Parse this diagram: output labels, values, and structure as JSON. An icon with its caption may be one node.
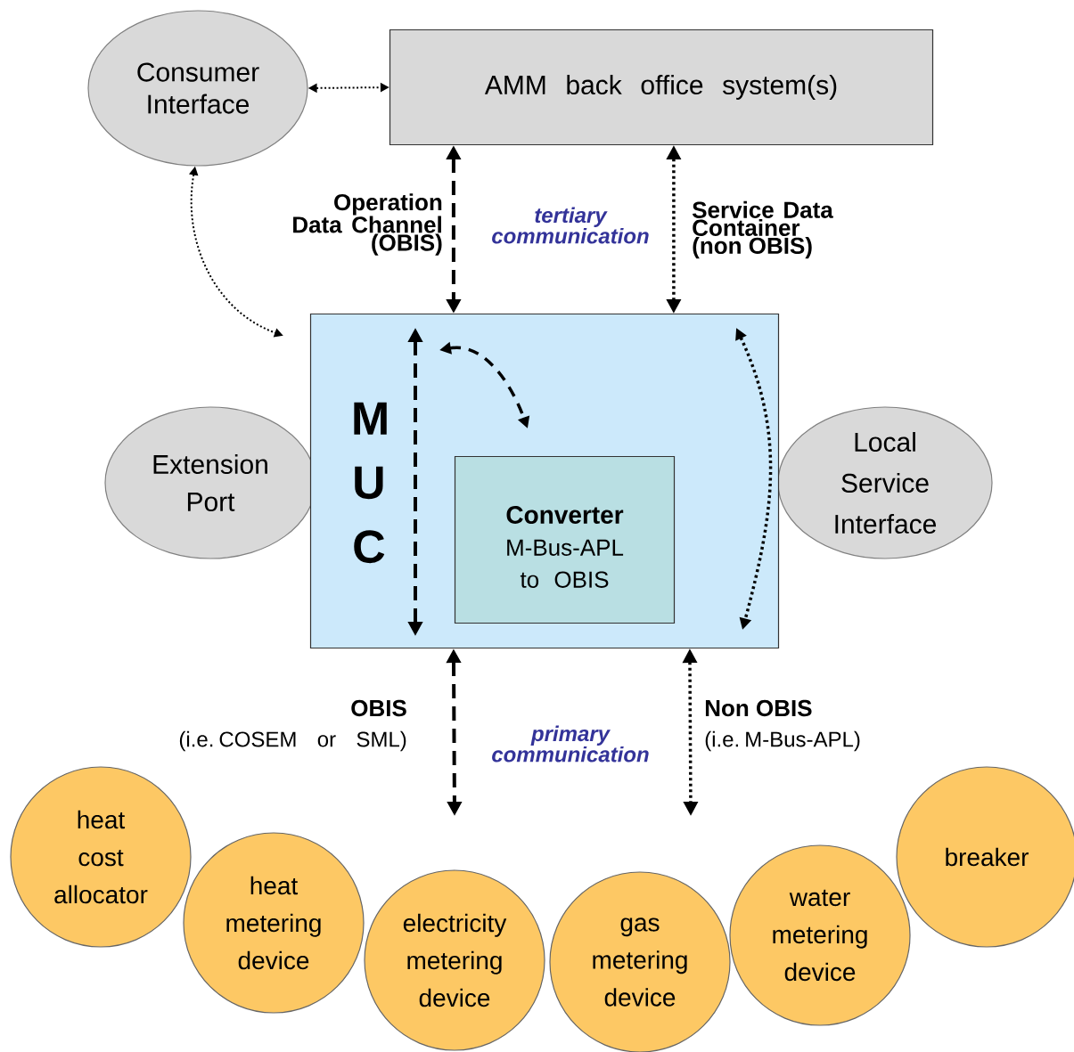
{
  "diagram": {
    "nodes": [
      {
        "text": [
          "Consumer Interface"
        ]
      },
      {
        "text": [
          "AMM back office system(s)"
        ]
      },
      {
        "text": [
          "M U C"
        ]
      },
      {
        "text": [
          "Converter",
          "M-Bus-APL to OBIS"
        ],
        "in": 2
      },
      {
        "text": [
          "Extension Port"
        ]
      },
      {
        "text": [
          "Local Service Interface"
        ]
      },
      {
        "text": [
          "heat cost allocator"
        ]
      },
      {
        "text": [
          "heat metering device"
        ]
      },
      {
        "text": [
          "electricity metering device"
        ]
      },
      {
        "text": [
          "gas metering device"
        ]
      },
      {
        "text": [
          "water metering device"
        ]
      },
      {
        "text": [
          "breaker"
        ]
      }
    ],
    "edges": [
      {
        "from": 0,
        "to": 1,
        "arrow": "both"
      },
      {
        "from": 0,
        "to": 2,
        "arrow": "both"
      },
      {
        "from": 1,
        "to": 2,
        "arrow": "both",
        "style": "dashed",
        "label": "Operation Data Channel (OBIS)"
      },
      {
        "from": 1,
        "to": 2,
        "arrow": "both",
        "label": "Service Data Container (non OBIS)"
      },
      {
        "from": 2,
        "to": null,
        "arrow": "both",
        "style": "dashed",
        "label": "OBIS"
      },
      {
        "from": 2,
        "to": null,
        "arrow": "both",
        "label": "Non OBIS"
      }
    ],
    "labels": [
      "tertiary communication",
      "(i.e. COSEM or SML)",
      "primary communication",
      "(i.e. M-Bus-APL)"
    ]
  }
}
